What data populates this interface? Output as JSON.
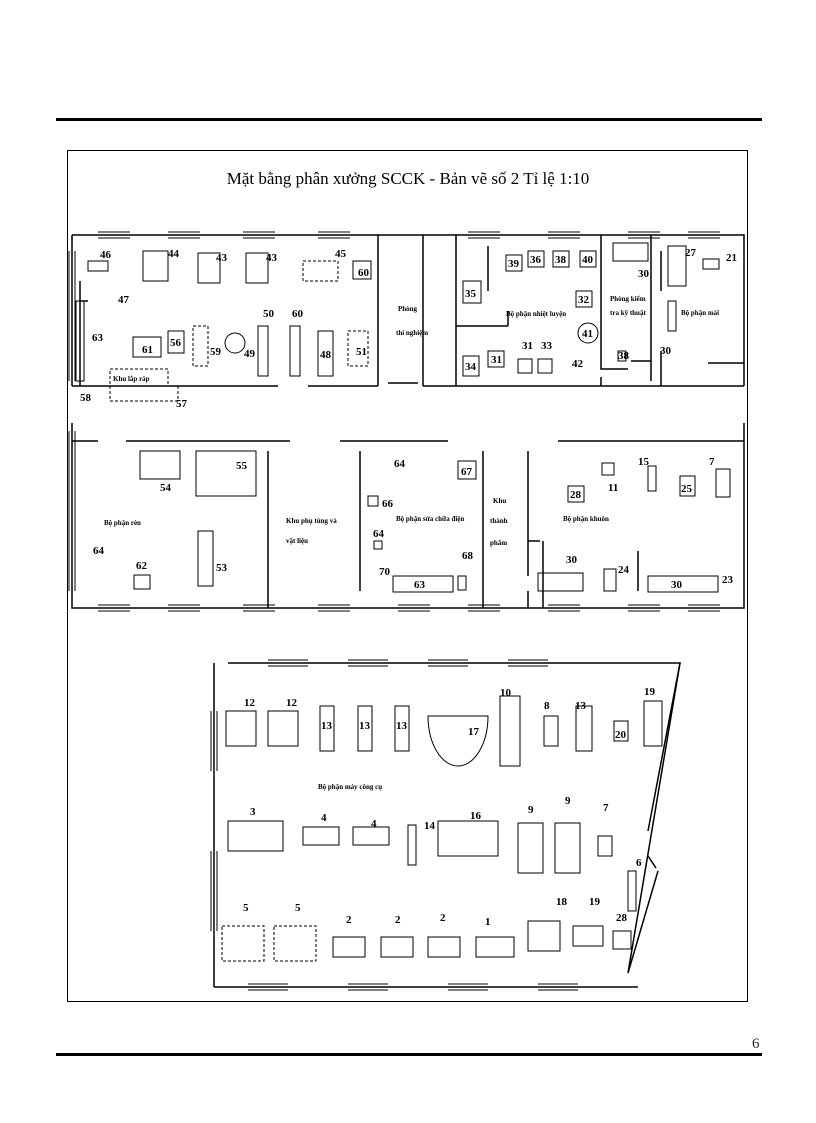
{
  "title": "Mặt bằng phân xưởng SCCK - Bản vẽ số 2  Tỉ lệ  1:10",
  "page_number": "6",
  "areas": {
    "khu_lap_rap": "Khu lắp ráp",
    "phong_thi_nghiem": [
      "Phòng",
      "thí nghiệm"
    ],
    "bo_phan_nhiet_luyen": "Bộ phận nhiệt luyện",
    "phong_kiem_tra_ky_thuat": [
      "Phòng kiểm",
      "tra kỹ thuật"
    ],
    "bo_phan_mai": "Bộ phận mài",
    "bo_phan_ren": "Bộ phận rèn",
    "khu_phu_tung_vat_lieu": [
      "Khu phụ tùng và",
      "vật liệu"
    ],
    "bo_phan_sua_chua_dien": "Bộ phận sửa chữa điện",
    "khu_thanh_pham": [
      "Khu",
      "thành",
      "phẩm"
    ],
    "bo_phan_khuon": "Bộ phận khuôn",
    "bo_phan_may_cong_cu": "Bộ phận máy công cụ"
  },
  "machine_numbers": {
    "n46": "46",
    "n47": "47",
    "n44": "44",
    "n43a": "43",
    "n43b": "43",
    "n45": "45",
    "n60a": "60",
    "n63": "63",
    "n61": "61",
    "n56": "56",
    "n59": "59",
    "n49": "49",
    "n50": "50",
    "n60b": "60",
    "n48": "48",
    "n51": "51",
    "n58": "58",
    "n57": "57",
    "n35": "35",
    "n39": "39",
    "n36": "36",
    "n38": "38",
    "n40": "40",
    "n32": "32",
    "n41": "41",
    "n34": "34",
    "n31a": "31",
    "n31b": "31",
    "n33": "33",
    "n42": "42",
    "n38b": "38",
    "n30a": "30",
    "n30b": "30",
    "n27": "27",
    "n21": "21",
    "n54": "54",
    "n55": "55",
    "n64a": "64",
    "n62": "62",
    "n53": "53",
    "n64b": "64",
    "n66": "66",
    "n64c": "64",
    "n70": "70",
    "n63b": "63",
    "n67": "67",
    "n68": "68",
    "n28a": "28",
    "n11": "11",
    "n15": "15",
    "n25": "25",
    "n7a": "7",
    "n30c": "30",
    "n24": "24",
    "n30d": "30",
    "n23": "23",
    "n12a": "12",
    "n12b": "12",
    "n13a": "13",
    "n13b": "13",
    "n13c": "13",
    "n17": "17",
    "n10": "10",
    "n8": "8",
    "n13d": "13",
    "n20": "20",
    "n19a": "19",
    "n3": "3",
    "n4a": "4",
    "n4b": "4",
    "n14": "14",
    "n16": "16",
    "n9a": "9",
    "n9b": "9",
    "n7b": "7",
    "n6": "6",
    "n5a": "5",
    "n5b": "5",
    "n2a": "2",
    "n2b": "2",
    "n2c": "2",
    "n1": "1",
    "n18": "18",
    "n19b": "19",
    "n28b": "28"
  }
}
